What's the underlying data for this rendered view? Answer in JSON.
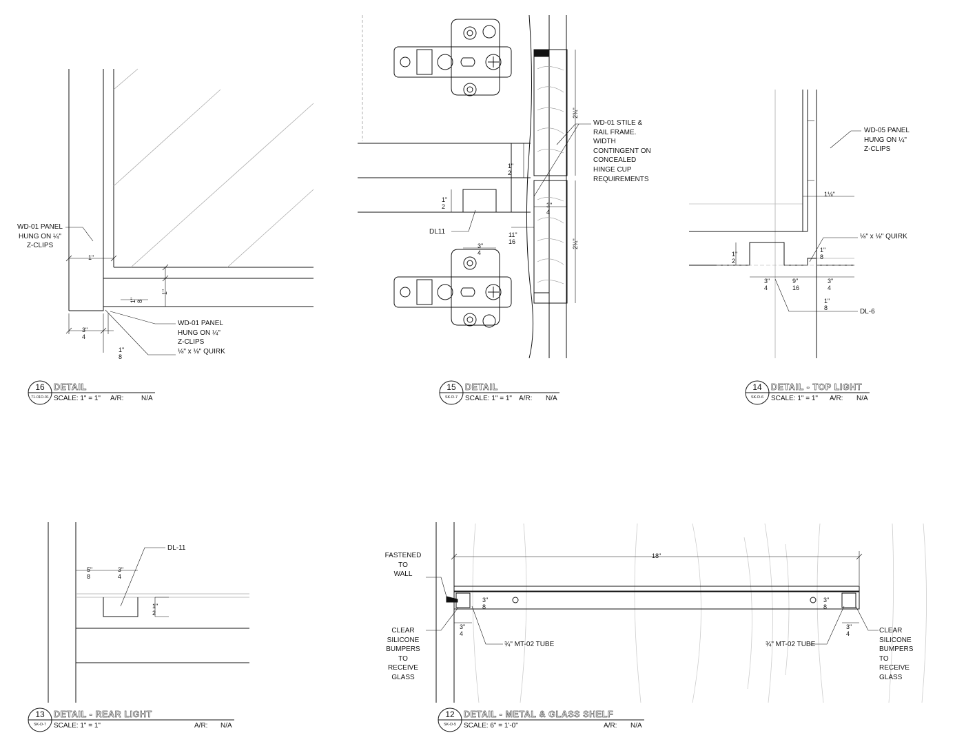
{
  "details": {
    "d16": {
      "number": "16",
      "ref": "71-01D-01",
      "title": "DETAIL",
      "scale": "SCALE: 1\" = 1\"",
      "ar_label": "A/R:",
      "ar_value": "N/A",
      "notes": {
        "panel_top": "WD-01 PANEL\nHUNG ON ¼\"\nZ-CLIPS",
        "panel_bottom": "WD-01 PANEL\nHUNG ON ¼\"\nZ-CLIPS\n⅛\" x ⅛\" QUIRK"
      },
      "dims": {
        "one_inch_h": "1\"",
        "one_inch_v": "1\"",
        "three_quarter": "3\"\n4",
        "one_eighth_a": "1\"\n8",
        "one_eighth_b": "1\"\n8"
      }
    },
    "d15": {
      "number": "15",
      "ref": "SK-D-7",
      "title": "DETAIL",
      "scale": "SCALE: 1\" = 1\"",
      "ar_label": "A/R:",
      "ar_value": "N/A",
      "notes": {
        "frame": "WD-01 STILE &\nRAIL FRAME.\nWIDTH\nCONTINGENT ON\nCONCEALED\nHINGE CUP\nREQUIREMENTS",
        "dl": "DL11"
      },
      "dims": {
        "two_three_quarter_a": "2¾\"",
        "two_three_quarter_b": "2¾\"",
        "one_half_a": "1\"\n2",
        "one_half_b": "1\"\n2",
        "three_quarter_a": "3\"\n4",
        "three_quarter_b": "3\"\n4",
        "eleven_sixteenth": "11\"\n16"
      }
    },
    "d14": {
      "number": "14",
      "ref": "SK-D-6",
      "title": "DETAIL - TOP LIGHT",
      "scale": "SCALE: 1\" = 1\"",
      "ar_label": "A/R:",
      "ar_value": "N/A",
      "notes": {
        "panel": "WD-05 PANEL\nHUNG ON ¼\"\nZ-CLIPS",
        "quirk": "⅛\" x ⅛\" QUIRK",
        "dl": "DL-6"
      },
      "dims": {
        "one_one_eighth": "1⅛\"",
        "one_half": "1\"\n2",
        "three_quarter_a": "3\"\n4",
        "nine_sixteenth": "9\"\n16",
        "three_quarter_b": "3\"\n4",
        "one_eighth_a": "1\"\n8",
        "one_eighth_b": "1\"\n8"
      }
    },
    "d13": {
      "number": "13",
      "ref": "SK-D-7",
      "title": "DETAIL - REAR LIGHT",
      "scale": "SCALE: 1\" = 1\"",
      "ar_label": "A/R:",
      "ar_value": "N/A",
      "notes": {
        "dl": "DL-11"
      },
      "dims": {
        "five_eighth": "5\"\n8",
        "three_quarter": "3\"\n4",
        "one_half": "1\"\n2"
      }
    },
    "d12": {
      "number": "12",
      "ref": "SK-D-5",
      "title": "DETAIL - METAL & GLASS SHELF",
      "scale": "SCALE: 6\" = 1'-0\"",
      "ar_label": "A/R:",
      "ar_value": "N/A",
      "notes": {
        "fastened": "FASTENED\nTO\nWALL",
        "bumpers_left": "CLEAR\nSILICONE\nBUMPERS\nTO\nRECEIVE\nGLASS",
        "bumpers_right": "CLEAR\nSILICONE\nBUMPERS\nTO\nRECEIVE\nGLASS",
        "tube_left": "¾\" MT-02 TUBE",
        "tube_right": "¾\" MT-02 TUBE"
      },
      "dims": {
        "eighteen": "18\"",
        "three_quarter_a": "3\"\n4",
        "three_quarter_b": "3\"\n4",
        "small_a": "3\"\n8",
        "small_b": "3\"\n8"
      }
    }
  }
}
